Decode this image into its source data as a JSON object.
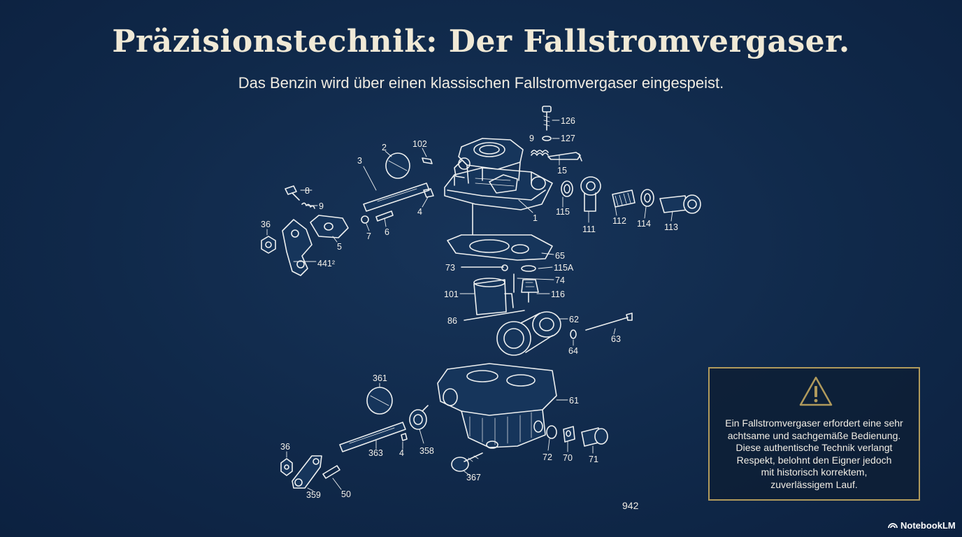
{
  "slide": {
    "title": "Präzisionstechnik: Der Fallstromvergaser.",
    "subtitle": "Das Benzin wird über einen klassischen Fallstromvergaser eingespeist.",
    "page_number": "942"
  },
  "warning": {
    "icon": "warning-triangle-icon",
    "accent_color": "#b09a5c",
    "lines": [
      "Ein Fallstromvergaser erfordert eine sehr",
      "achtsame und sachgemäße Bedienung.",
      "Diese authentische Technik verlangt",
      "Respekt, belohnt den Eigner jedoch",
      "mit historisch korrektem,",
      "zuverlässigem Lauf."
    ]
  },
  "branding": {
    "label": "NotebookLM",
    "icon": "notebooklm-logo-icon"
  },
  "diagram": {
    "part_labels": [
      "126",
      "127",
      "9",
      "15",
      "2",
      "102",
      "3",
      "1",
      "115",
      "111",
      "112",
      "114",
      "113",
      "8",
      "9",
      "4",
      "6",
      "7",
      "36",
      "5",
      "441²",
      "65",
      "73",
      "115A",
      "74",
      "101",
      "116",
      "86",
      "62",
      "63",
      "64",
      "361",
      "61",
      "36",
      "363",
      "4",
      "358",
      "72",
      "70",
      "71",
      "367",
      "359",
      "50"
    ]
  },
  "colors": {
    "background": "#0f2847",
    "ink": "#f2ecdc",
    "accent": "#b09a5c"
  }
}
